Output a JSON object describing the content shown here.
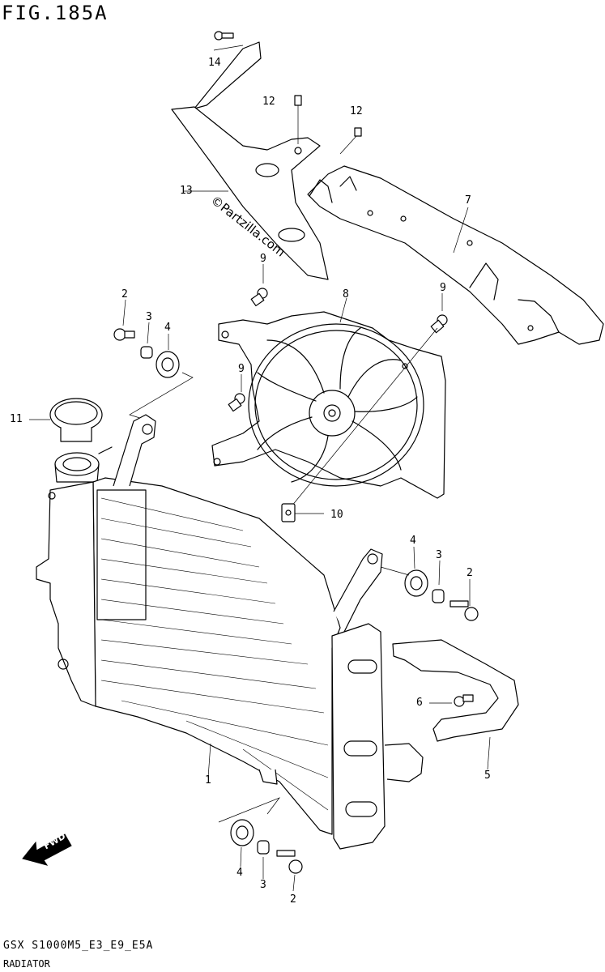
{
  "header": {
    "figure_label": "FIG.185A"
  },
  "footer": {
    "model_code": "GSX S1000M5_E3_E9_E5A",
    "section_name": "RADIATOR"
  },
  "watermark": {
    "text": "©Partzilla.com"
  },
  "fwd_badge": {
    "text": "FWD"
  },
  "callouts": [
    {
      "id": "c14",
      "label": "14"
    },
    {
      "id": "c12a",
      "label": "12"
    },
    {
      "id": "c12b",
      "label": "12"
    },
    {
      "id": "c13",
      "label": "13"
    },
    {
      "id": "c7",
      "label": "7"
    },
    {
      "id": "c9a",
      "label": "9"
    },
    {
      "id": "c9b",
      "label": "9"
    },
    {
      "id": "c9c",
      "label": "9"
    },
    {
      "id": "c8",
      "label": "8"
    },
    {
      "id": "c2a",
      "label": "2"
    },
    {
      "id": "c3a",
      "label": "3"
    },
    {
      "id": "c4a",
      "label": "4"
    },
    {
      "id": "c11",
      "label": "11"
    },
    {
      "id": "c10",
      "label": "10"
    },
    {
      "id": "c4b",
      "label": "4"
    },
    {
      "id": "c3b",
      "label": "3"
    },
    {
      "id": "c2b",
      "label": "2"
    },
    {
      "id": "c6",
      "label": "6"
    },
    {
      "id": "c5",
      "label": "5"
    },
    {
      "id": "c1",
      "label": "1"
    },
    {
      "id": "c4c",
      "label": "4"
    },
    {
      "id": "c3c",
      "label": "3"
    },
    {
      "id": "c2c",
      "label": "2"
    }
  ]
}
